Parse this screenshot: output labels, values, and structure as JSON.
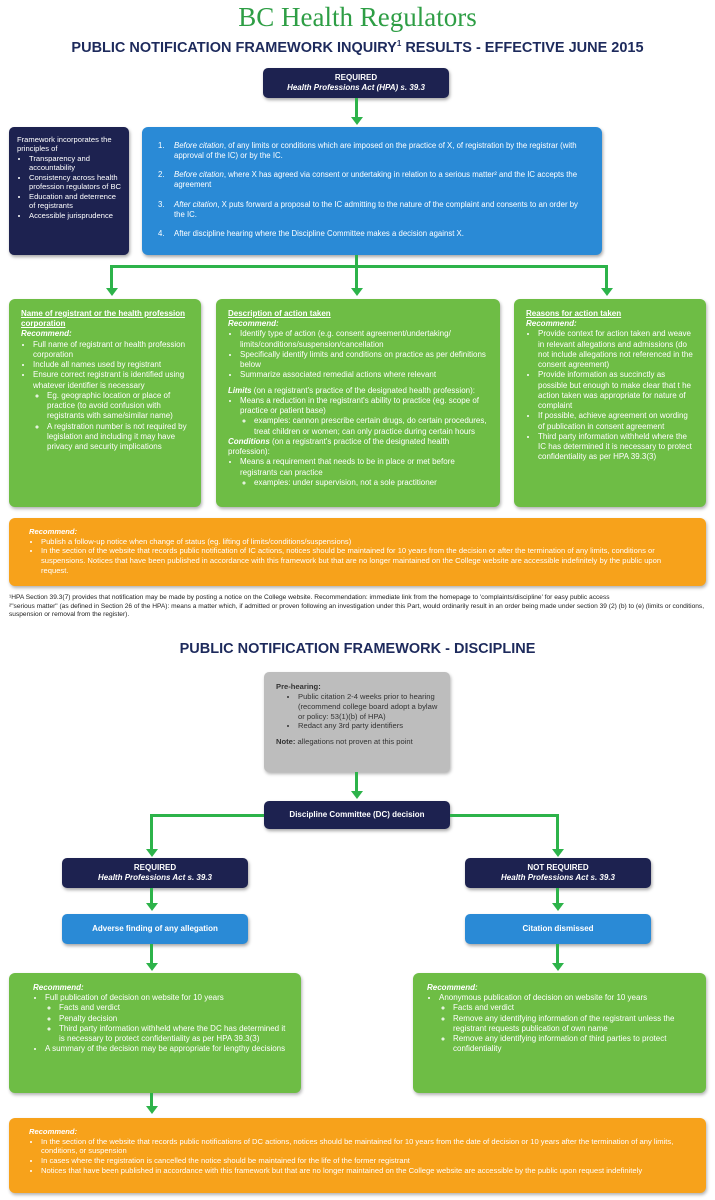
{
  "title": "BC Health Regulators",
  "subtitle": "PUBLIC NOTIFICATION FRAMEWORK INQUIRY",
  "subtitle_sup": "1",
  "subtitle_rest": " RESULTS - EFFECTIVE JUNE 2015",
  "required_top": {
    "label": "REQUIRED",
    "act": "Health Professions Act (HPA) s. 39.3"
  },
  "framework": {
    "intro": "Framework incorporates the principles of",
    "items": [
      "Transparency and accountability",
      "Consistency across health profession regulators of BC",
      "Education and deterrence of registrants",
      "Accessible jurisprudence"
    ]
  },
  "triggers": [
    {
      "num": "1.",
      "em": "Before citation",
      "text": ", of any limits or conditions which are imposed on the practice of X, of registration by the registrar (with approval of the IC) or by the IC."
    },
    {
      "num": "2.",
      "em": "Before citation",
      "text": ", where X has agreed via consent or undertaking in relation to a serious matter² and the IC accepts the agreement"
    },
    {
      "num": "3.",
      "em": "After citation",
      "text": ", X puts forward a proposal to the IC admitting to the nature of the complaint and consents to an order by the IC."
    },
    {
      "num": "4.",
      "em": "",
      "text": "After discipline hearing where the Discipline Committee makes a decision against X."
    }
  ],
  "col1": {
    "heading": "Name of registrant or the health profession corporation",
    "recommend": "Recommend:",
    "items": [
      "Full name of registrant or health profession corporation",
      "Include all names used by registrant",
      "Ensure correct registrant is identified using whatever identifier is necessary"
    ],
    "sub": [
      "Eg. geographic location or place of practice (to avoid confusion with registrants with same/similar name)",
      "A registration number is not required by legislation and including it may have privacy and security implications"
    ]
  },
  "col2": {
    "heading": "Description of action taken",
    "recommend": "Recommend:",
    "items": [
      "Identify type of action (e.g. consent agreement/undertaking/ limits/conditions/suspension/cancellation",
      "Specifically identify limits and conditions on practice as per definitions below",
      "Summarize associated remedial actions where relevant"
    ],
    "limits_label": "Limits",
    "limits_text": " (on a registrant's practice of the designated health profession):",
    "limits_item": "Means a reduction in the registrant's ability to practice (eg. scope of practice or patient base)",
    "limits_sub": "examples: cannon prescribe certain drugs, do certain procedures, treat children or women; can only practice during certain hours",
    "conditions_label": "Conditions",
    "conditions_text": " (on a registrant's practice of the designated health profession):",
    "conditions_item": "Means a requirement that needs to be in place or met before registrants can practice",
    "conditions_sub": "examples: under supervision, not a sole practitioner"
  },
  "col3": {
    "heading": "Reasons for action taken",
    "recommend": "Recommend:",
    "items": [
      "Provide context for action taken and weave in relevant allegations and admissions (do not include allegations not referenced in the consent agreement)",
      "Provide information as succinctly as possible but enough to make clear that t he action taken was appropriate for nature of complaint",
      "If possible, achieve agreement on wording of publication in consent agreement",
      "Third party information withheld where the IC has determined it is necessary to protect confidentiality as per HPA 39.3(3)"
    ]
  },
  "orange1": {
    "recommend": "Recommend:",
    "items": [
      "Publish a follow-up notice when change of status (eg. lifting of limits/conditions/suspensions)",
      "In the section of the website that records public notification of IC actions, notices should be maintained for 10 years from the decision or after the termination of any limits, conditions or suspensions. Notices that have been published in accordance with this framework but that are no longer maintained on the College website are accessible indefinitely by the public upon request."
    ]
  },
  "footnote1": "¹HPA Section 39.3(7) provides that notification may be made by posting a notice on the College website. Recommendation: immediate link from the homepage to 'complaints/discipline' for easy public access",
  "footnote2": "²\"serious matter\" (as defined in Section 26 of the HPA): means a matter which, if admitted or proven following an investigation under this Part, would ordinarily result in an order being made under section 39 (2) (b) to (e) (limits or conditions, suspension or removal from the register).",
  "discipline_title": "PUBLIC NOTIFICATION FRAMEWORK - DISCIPLINE",
  "prehearing": {
    "label": "Pre-hearing:",
    "items": [
      "Public citation 2-4 weeks prior to hearing (recommend college board adopt a bylaw or policy: 53(1)(b) of HPA)",
      "Redact any 3rd party identifiers"
    ],
    "note_label": "Note:",
    "note_text": " allegations not proven at this point"
  },
  "dc_decision": "Discipline Committee (DC) decision",
  "required_left": {
    "label": "REQUIRED",
    "act": "Health Professions Act s. 39.3"
  },
  "not_required_right": {
    "label": "NOT REQUIRED",
    "act": "Health Professions Act s. 39.3"
  },
  "adverse": "Adverse finding of any allegation",
  "dismissed": "Citation dismissed",
  "left_green": {
    "recommend": "Recommend:",
    "item1": "Full publication of decision on website for 10 years",
    "sub": [
      "Facts and verdict",
      "Penalty decision",
      "Third party information withheld where the DC has determined it is necessary to protect confidentiality as per HPA 39.3(3)"
    ],
    "item2": "A summary of the decision may be appropriate for lengthy decisions"
  },
  "right_green": {
    "recommend": "Recommend:",
    "item1": "Anonymous publication of decision on website for 10 years",
    "sub": [
      "Facts and verdict",
      "Remove any identifying information of the registrant unless the registrant requests publication of own name",
      "Remove any identifying information of third parties to protect confidentiality"
    ]
  },
  "orange2": {
    "recommend": "Recommend:",
    "items": [
      "In the section of the website that records public notifications of DC actions, notices should be maintained for 10 years from the date of decision or 10 years after the termination of any limits, conditions, or suspension",
      "In cases where the registration is cancelled the notice should be maintained for the life of the former registrant",
      "Notices that have been published in accordance with this framework but that are no longer maintained on the College website are accessible by the public upon request indefinitely"
    ]
  }
}
